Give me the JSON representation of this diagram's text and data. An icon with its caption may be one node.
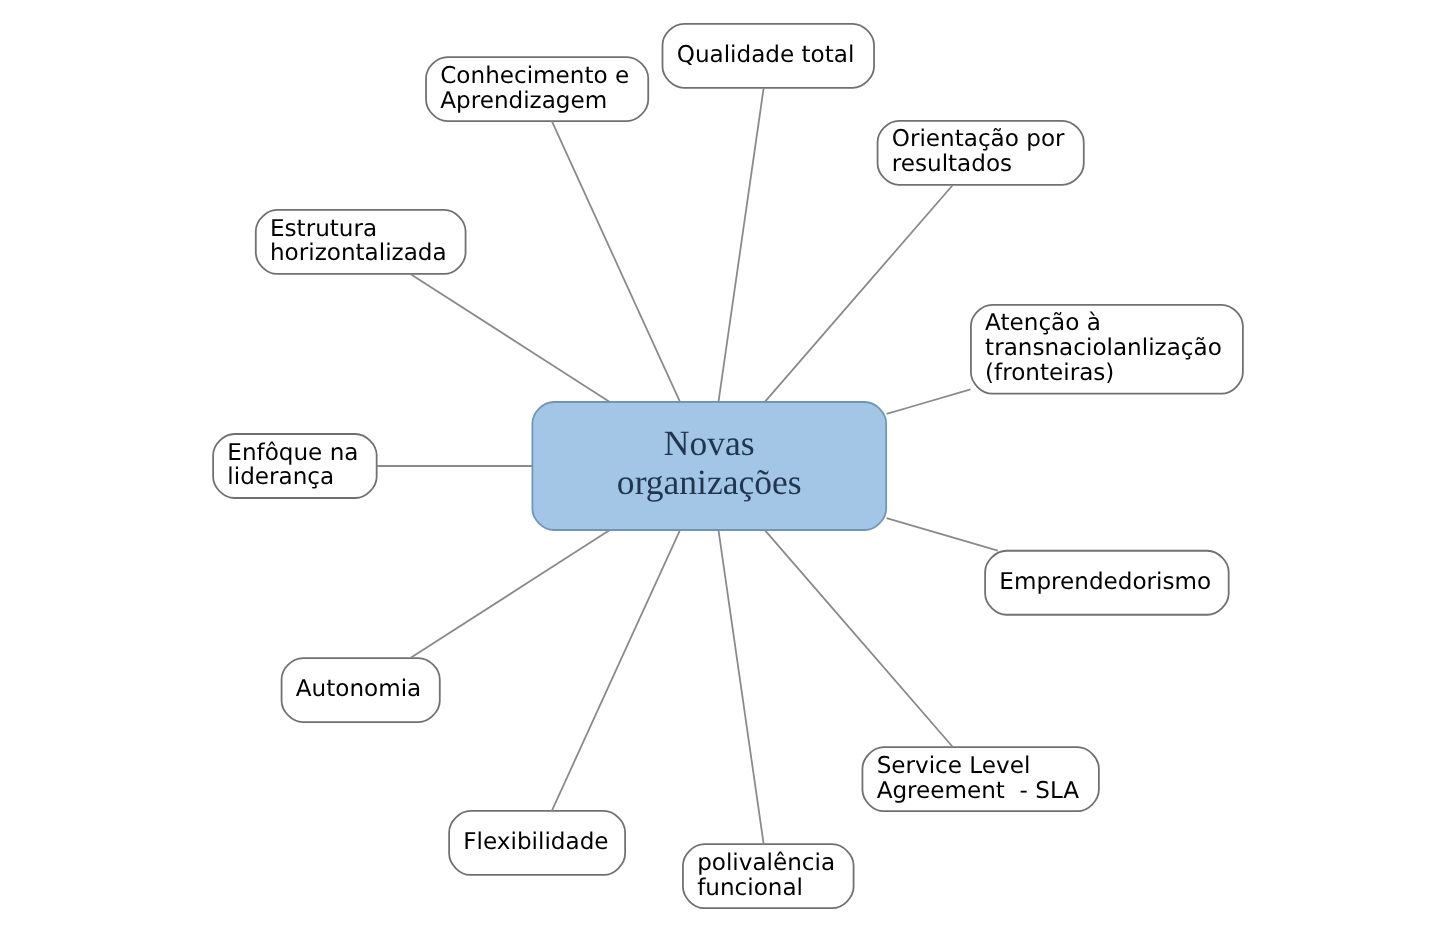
{
  "diagram": {
    "nodes": [
      {
        "text": [
          "Novas organizações"
        ]
      },
      {
        "text": [
          "Atenção à transnaciolanlização (fronteiras)"
        ]
      },
      {
        "text": [
          "Orientação por resultados"
        ]
      },
      {
        "text": [
          "Qualidade total"
        ]
      },
      {
        "text": [
          "Conhecimento e Aprendizagem"
        ]
      },
      {
        "text": [
          "Estrutura horizontalizada"
        ]
      },
      {
        "text": [
          "Enfôque na liderança"
        ]
      },
      {
        "text": [
          "Autonomia"
        ]
      },
      {
        "text": [
          "Flexibilidade"
        ]
      },
      {
        "text": [
          "polivalência funcional"
        ]
      },
      {
        "text": [
          "Service Level Agreement  - SLA"
        ]
      },
      {
        "text": [
          "Emprendedorismo"
        ]
      }
    ],
    "edges": [
      {
        "from": 0,
        "to": 1,
        "arrow": "none"
      },
      {
        "from": 0,
        "to": 2,
        "arrow": "none"
      },
      {
        "from": 0,
        "to": 3,
        "arrow": "none"
      },
      {
        "from": 0,
        "to": 4,
        "arrow": "none"
      },
      {
        "from": 0,
        "to": 5,
        "arrow": "none"
      },
      {
        "from": 0,
        "to": 6,
        "arrow": "none"
      },
      {
        "from": 0,
        "to": 7,
        "arrow": "none"
      },
      {
        "from": 0,
        "to": 8,
        "arrow": "none"
      },
      {
        "from": 0,
        "to": 9,
        "arrow": "none"
      },
      {
        "from": 0,
        "to": 10,
        "arrow": "none"
      },
      {
        "from": 0,
        "to": 11,
        "arrow": "none"
      }
    ]
  }
}
